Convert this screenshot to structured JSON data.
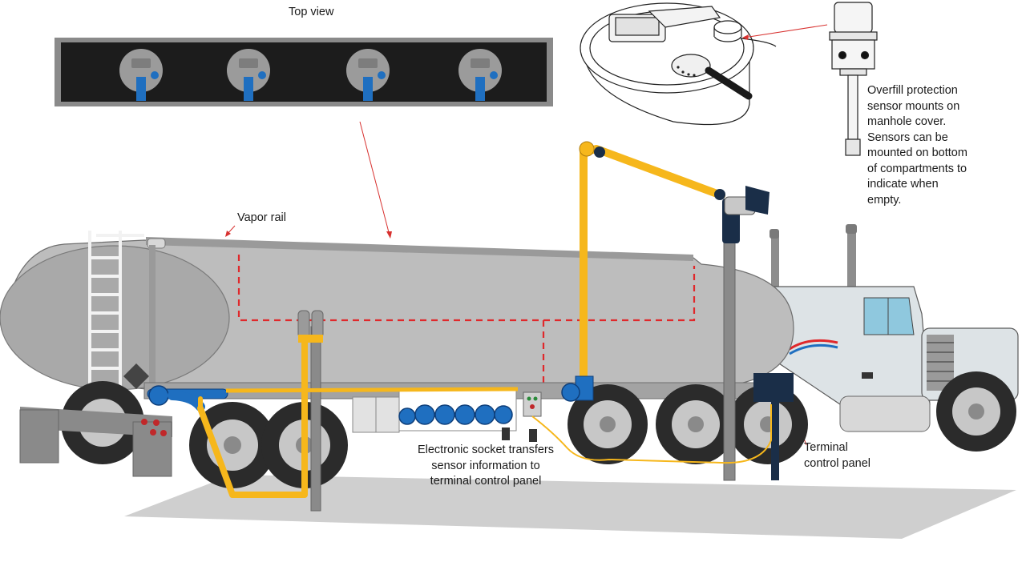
{
  "labels": {
    "top_view": "Top view",
    "vapor_rail": "Vapor rail",
    "overfill": [
      "Overfill protection",
      "sensor mounts on",
      "manhole cover.",
      "Sensors can be",
      "mounted on bottom",
      "of compartments to",
      "indicate when",
      "empty."
    ],
    "socket": [
      "Electronic socket transfers",
      "sensor information to",
      "terminal control panel"
    ],
    "terminal": [
      "Terminal",
      "control panel"
    ]
  },
  "colors": {
    "pipe_yellow": "#f6b71c",
    "tank_gray": "#bdbdbd",
    "hose_blue": "#1f6fc0",
    "dashed_red": "#e0282b",
    "pointer_red": "#d8312f",
    "panel_navy": "#1a2e48",
    "ground_gray": "#cfcfcf"
  }
}
